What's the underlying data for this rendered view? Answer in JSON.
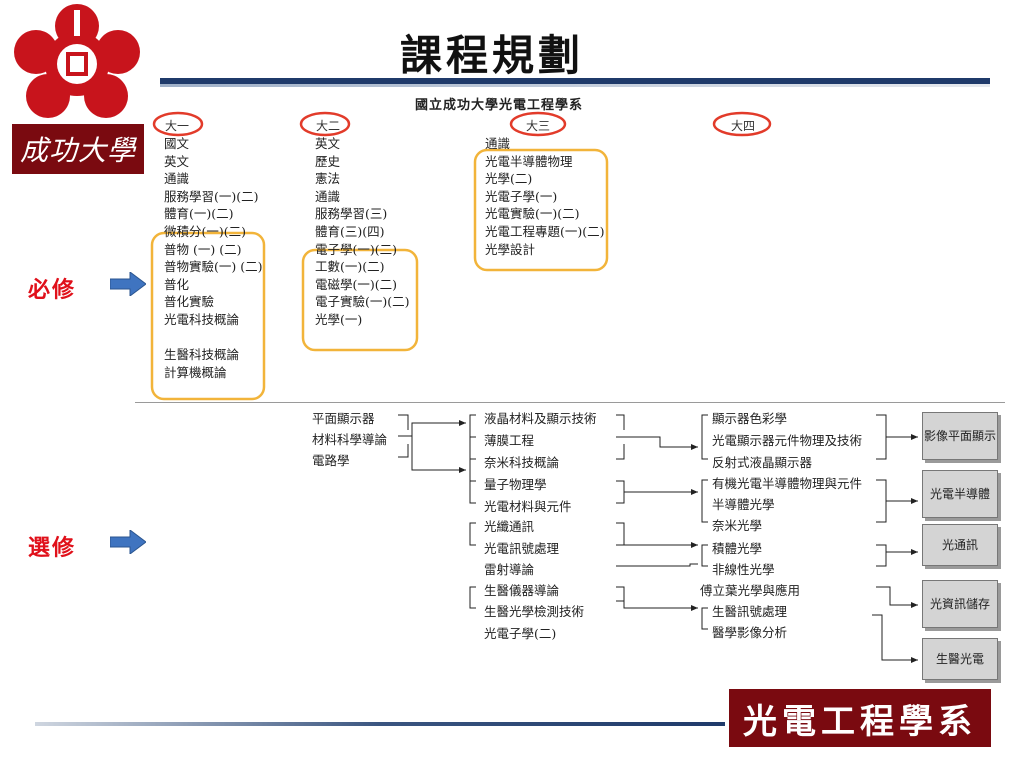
{
  "title": "課程規劃",
  "subtitle": "國立成功大學光電工程學系",
  "years": [
    "大一",
    "大二",
    "大三",
    "大四"
  ],
  "labels": {
    "required": "必修",
    "elective": "選修"
  },
  "required": {
    "year1": [
      "國文",
      "英文",
      "通識",
      "服務學習(一)(二)",
      "體育(一)(二)",
      "微積分(一)(二)",
      "普物 (一) (二)",
      "普物實驗(一) (二)",
      "普化",
      "普化實驗",
      "光電科技概論",
      "",
      "生醫科技概論",
      "計算機概論"
    ],
    "year2": [
      "英文",
      "歷史",
      "憲法",
      "通識",
      "服務學習(三)",
      "體育(三)(四)",
      "電子學(一)(二)",
      "工數(一)(二)",
      "電磁學(一)(二)",
      "電子實驗(一)(二)",
      "光學(一)"
    ],
    "year3": [
      "通識",
      "光電半導體物理",
      "光學(二)",
      "光電子學(一)",
      "光電實驗(一)(二)",
      "光電工程專題(一)(二)",
      "光學設計"
    ]
  },
  "electives": {
    "col1": [
      "平面顯示器",
      "材料科學導論",
      "電路學"
    ],
    "col2": [
      "液晶材料及顯示技術",
      "薄膜工程",
      "奈米科技概論",
      "量子物理學",
      "光電材料與元件",
      "光纖通訊",
      "光電訊號處理",
      "雷射導論",
      "生醫儀器導論",
      "生醫光學檢測技術",
      "光電子學(二)"
    ],
    "col3": [
      "顯示器色彩學",
      "光電顯示器元件物理及技術",
      "反射式液晶顯示器",
      "有機光電半導體物理與元件",
      "半導體光學",
      "奈米光學",
      "積體光學",
      "非線性光學",
      "傅立葉光學與應用",
      "生醫訊號處理",
      "醫學影像分析"
    ],
    "tracks": [
      "影像平面顯示",
      "光電半導體",
      "光通訊",
      "光資訊儲存",
      "生醫光電"
    ]
  },
  "logo_text": "成功大學",
  "department": "光電工程學系",
  "colors": {
    "accent_red": "#e0101a",
    "badge_bg": "#7a0a10",
    "circle_red": "#e23b2a",
    "box_orange": "#f2b43a",
    "arrow_blue": "#3f74c0",
    "title_rule": "#1f3a6a"
  }
}
